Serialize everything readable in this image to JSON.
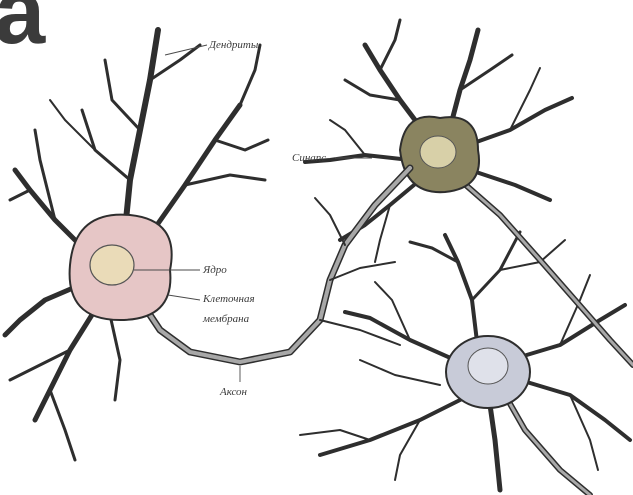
{
  "corner_letter": "а",
  "labels": {
    "dendrites": "Дендриты",
    "synapse": "Синапс",
    "nucleus": "Ядро",
    "membrane_line1": "Клеточная",
    "membrane_line2": "мембрана",
    "axon": "Аксон"
  },
  "colors": {
    "cell1_body": "#e6c6c6",
    "cell2_body": "#8a8460",
    "cell3_body": "#c8cbd8",
    "outline": "#2e2e2e"
  }
}
